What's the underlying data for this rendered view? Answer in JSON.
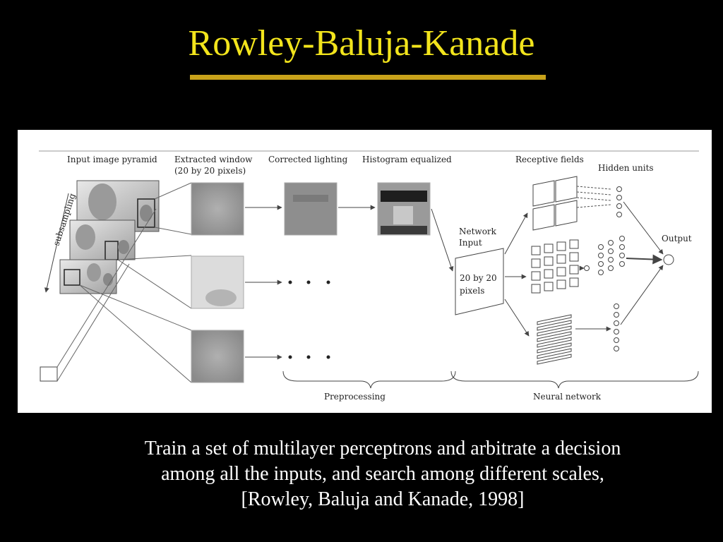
{
  "slide": {
    "title": "Rowley-Baluja-Kanade",
    "caption_lines": [
      "Train a set of multilayer perceptrons and arbitrate a decision",
      "among all the inputs, and search among different scales,",
      "[Rowley, Baluja and Kanade, 1998]"
    ]
  },
  "figure": {
    "labels": {
      "input_pyramid": "Input image pyramid",
      "extracted_window": "Extracted window",
      "extracted_window_size": "(20 by 20 pixels)",
      "corrected_lighting": "Corrected lighting",
      "histogram_equalized": "Histogram equalized",
      "receptive_fields": "Receptive fields",
      "hidden_units": "Hidden units",
      "subsampling": "subsampling",
      "network_input": "Network",
      "network_input_2": "Input",
      "input_size_1": "20 by 20",
      "input_size_2": "pixels",
      "output": "Output",
      "preprocessing": "Preprocessing",
      "neural_network": "Neural network"
    }
  },
  "colors": {
    "title": "#f2e41c",
    "underline": "#c8a21a",
    "background": "#000000",
    "caption": "#ffffff"
  }
}
